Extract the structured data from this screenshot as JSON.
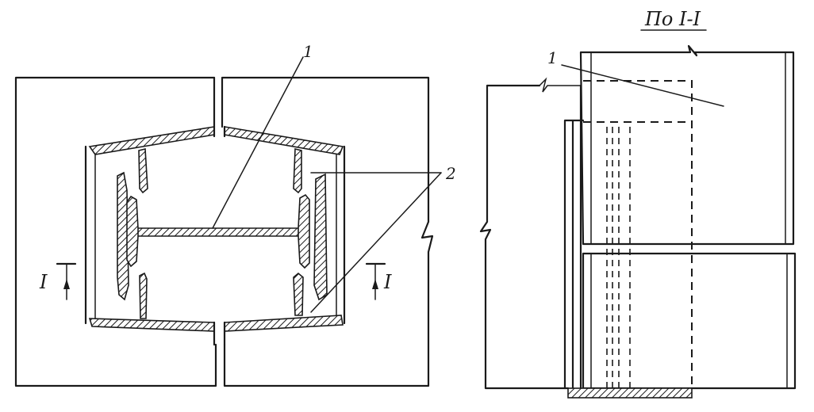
{
  "drawing": {
    "section_title": "По I-I",
    "callout_1": "1",
    "callout_2": "2",
    "callout_1_section": "1",
    "cut_mark_left": "I",
    "cut_mark_right": "I"
  },
  "colors": {
    "ink": "#1a1a1a",
    "paper": "#ffffff"
  }
}
